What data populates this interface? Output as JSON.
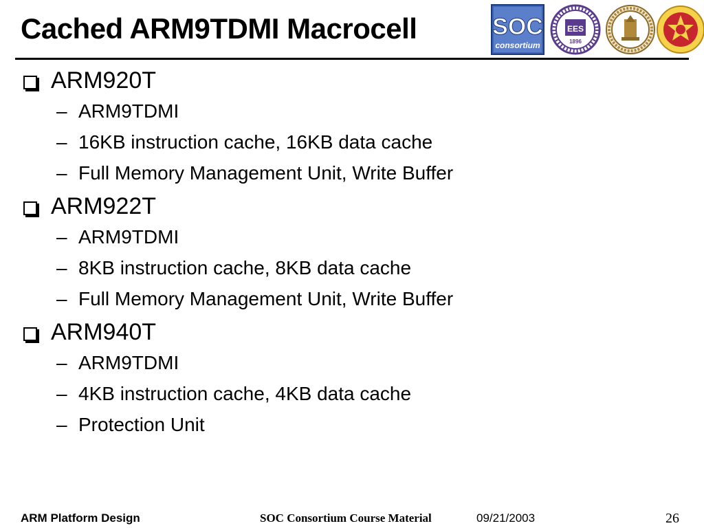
{
  "title": "Cached ARM9TDMI Macrocell",
  "logos": [
    {
      "name": "soc-consortium-logo",
      "text": "SOC",
      "subtext": "consortium",
      "color": "#2b4f9e"
    },
    {
      "name": "university-seal-purple",
      "text": "EES",
      "subtext": "1896",
      "color": "#5a3a8c"
    },
    {
      "name": "university-seal-gold",
      "color": "#b0893a"
    },
    {
      "name": "university-seal-red",
      "color": "#c8262e"
    }
  ],
  "sections": [
    {
      "heading": "ARM920T",
      "items": [
        "ARM9TDMI",
        "16KB instruction cache, 16KB data cache",
        "Full Memory Management Unit, Write Buffer"
      ]
    },
    {
      "heading": "ARM922T",
      "items": [
        "ARM9TDMI",
        "8KB instruction cache, 8KB data cache",
        "Full Memory Management Unit, Write Buffer"
      ]
    },
    {
      "heading": "ARM940T",
      "items": [
        "ARM9TDMI",
        "4KB instruction cache, 4KB data cache",
        "Protection Unit"
      ]
    }
  ],
  "footer": {
    "left": "ARM Platform Design",
    "center": "SOC Consortium Course Material",
    "date": "09/21/2003",
    "page": "26"
  }
}
